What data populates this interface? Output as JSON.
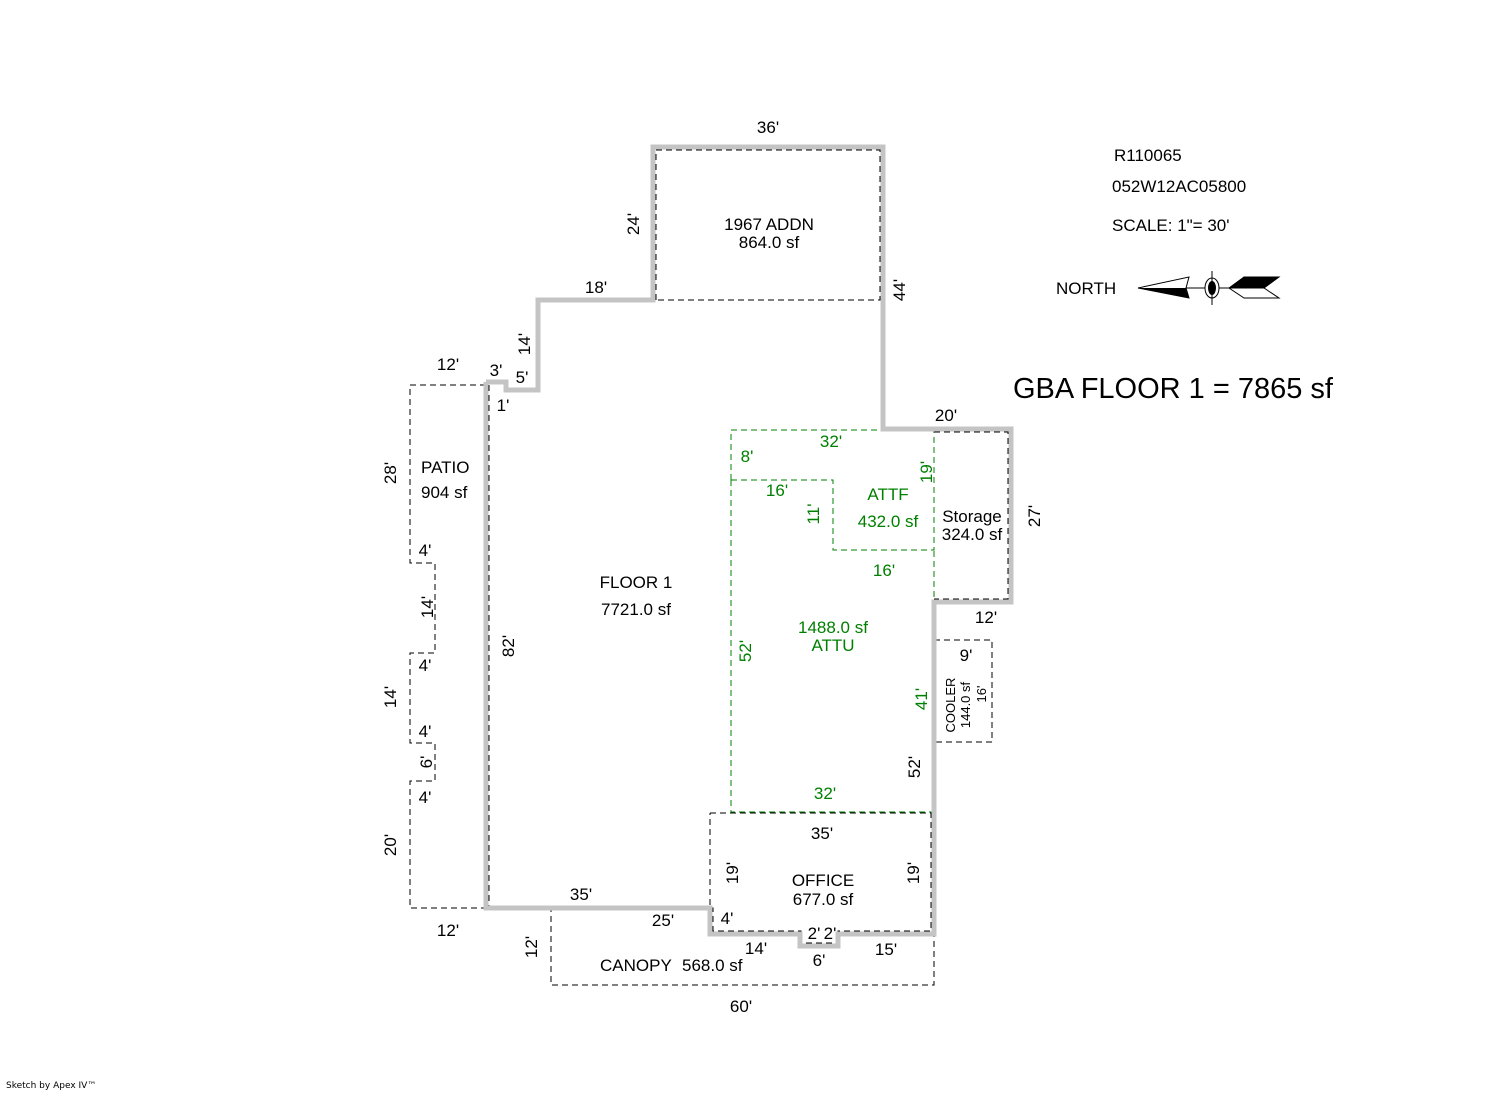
{
  "header": {
    "parcel_id": "R110065",
    "map_number": "052W12AC05800",
    "scale": "SCALE: 1\"= 30'",
    "north_label": "NORTH",
    "gba_summary": "GBA FLOOR 1 = 7865 sf"
  },
  "colors": {
    "outline": "#c4c4c4",
    "area_line": "#000000",
    "attic_green": "#008000"
  },
  "areas": {
    "addn": {
      "name": "1967 ADDN",
      "area": "864.0 sf"
    },
    "floor1": {
      "name": "FLOOR 1",
      "area": "7721.0 sf"
    },
    "patio": {
      "name": "PATIO",
      "area": "904 sf"
    },
    "attf": {
      "name": "ATTF",
      "area": "432.0 sf"
    },
    "attu": {
      "name": "ATTU",
      "area": "1488.0 sf"
    },
    "storage": {
      "name": "Storage",
      "area": "324.0 sf"
    },
    "cooler": {
      "name": "COOLER",
      "area": "144.0 sf"
    },
    "office": {
      "name": "OFFICE",
      "area": "677.0 sf"
    },
    "canopy": {
      "name": "CANOPY",
      "area": "568.0 sf"
    }
  },
  "dimensions": {
    "addn_top": "36'",
    "addn_left": "24'",
    "addn_right": "44'",
    "step_18": "18'",
    "step_14": "14'",
    "step_5": "5'",
    "step_3": "3'",
    "step_1": "1'",
    "floor_left": "82'",
    "floor_bottom": "35'",
    "patio_top": "12'",
    "patio_28": "28'",
    "patio_4a": "4'",
    "patio_14a": "14'",
    "patio_4b": "4'",
    "patio_14b": "14'",
    "patio_4c": "4'",
    "patio_6": "6'",
    "patio_4d": "4'",
    "patio_20": "20'",
    "patio_bottom": "12'",
    "storage_top": "20'",
    "storage_right": "27'",
    "storage_bottom": "12'",
    "attf_top": "32'",
    "attf_8": "8'",
    "attf_16a": "16'",
    "attf_11": "11'",
    "attf_19": "19'",
    "attf_16b": "16'",
    "attu_left": "52'",
    "attu_41": "41'",
    "attu_bottom": "32'",
    "east_52": "52'",
    "cooler_9": "9'",
    "cooler_16": "16'",
    "office_top": "35'",
    "office_left": "19'",
    "office_right": "19'",
    "office_4": "4'",
    "office_14": "14'",
    "office_2a": "2'",
    "office_2b": "2'",
    "office_6": "6'",
    "office_15": "15'",
    "canopy_25": "25'",
    "canopy_12": "12'",
    "canopy_60": "60'"
  },
  "footer": {
    "credit": "Sketch by Apex IV™"
  }
}
